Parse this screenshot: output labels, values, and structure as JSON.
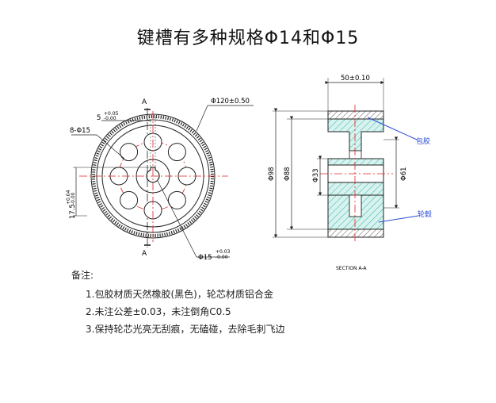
{
  "title": "键槽有多种规格Φ14和Φ15",
  "front_view": {
    "section_mark_top": "A",
    "section_mark_bottom": "A",
    "dim_outer": "Φ120±0.50",
    "dim_keyway_width_main": "5",
    "dim_keyway_width_tol_upper": "+0.05",
    "dim_keyway_width_tol_lower": "-0.00",
    "dim_holes": "8-Φ15",
    "dim_key_height_main": "17.5",
    "dim_key_height_tol_upper": "+0.04",
    "dim_key_height_tol_lower": "-0.00",
    "dim_bore_main": "Φ15",
    "dim_bore_tol_upper": "+0.03",
    "dim_bore_tol_lower": "-0.00"
  },
  "section_view": {
    "dim_width": "50±0.10",
    "dim_d98": "Φ98",
    "dim_d88": "Φ88",
    "dim_d33": "Φ33",
    "dim_d61": "Φ61",
    "label_rubber": "包胶",
    "label_hub": "轮毂",
    "caption": "SECTION A-A"
  },
  "notes": {
    "heading": "备注:",
    "items": [
      "1.包胶材质天然橡胶(黑色)，轮芯材质铝合金",
      "2.未注公差±0.03，未注倒角C0.5",
      "3.保持轮芯光亮无刮痕，无磕碰，去除毛刺飞边"
    ]
  },
  "colors": {
    "line": "#222222",
    "center_line": "#e02020",
    "hatch": "#2bb3a3",
    "leader": "#2a4bd7"
  }
}
